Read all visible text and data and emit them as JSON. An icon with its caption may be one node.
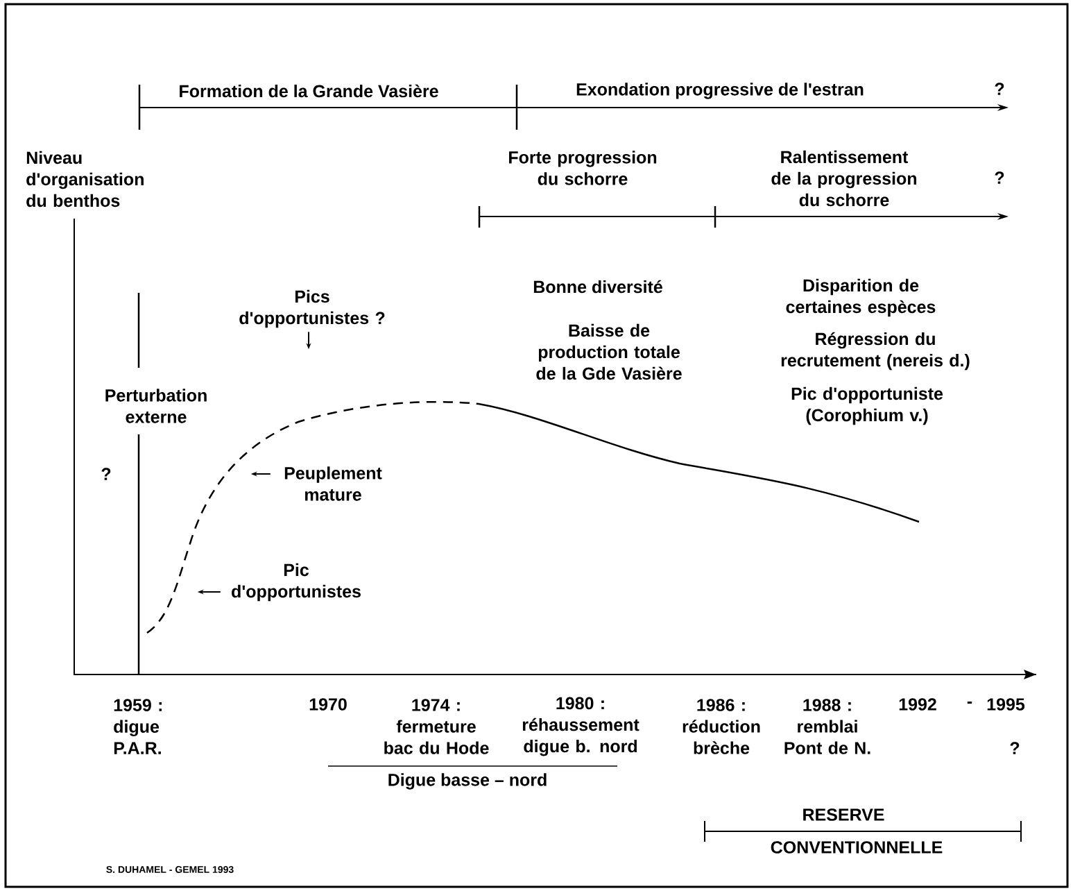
{
  "diagram": {
    "nodes": [
      {
        "text": [
          "Pics d'opportunistes ?"
        ]
      },
      {
        "text": [
          "Peuplement mature"
        ]
      },
      {
        "text": [
          "Pic d'opportunistes"
        ]
      }
    ],
    "edges": [
      {
        "from": 0,
        "to": null,
        "arrow": "to"
      },
      {
        "from": 1,
        "to": null,
        "arrow": "to"
      },
      {
        "from": 2,
        "to": null,
        "arrow": "to"
      }
    ],
    "labels": [
      "Formation de la Grande Vasière",
      "Exondation progressive de l'estran",
      "?",
      "Niveau d'organisation du benthos",
      "Forte progression du schorre",
      "Ralentissement de la progression du schorre",
      "?",
      "Bonne diversité",
      "Baisse de production totale de la Gde Vasière",
      "Disparition de certaines espèces",
      "Régression du recrutement (nereis d.)",
      "Perturbation externe",
      "Pic d'opportuniste (Corophium v.)",
      "?",
      "1959 : digue P.A.R.",
      "1970",
      "1974 : fermeture bac du Hode",
      "1980 : réhaussement digue b. nord",
      "1986 : réduction brèche",
      "1988 : remblai Pont de N.",
      "1992",
      "-",
      "1995",
      "?",
      "Digue basse – nord",
      "RESERVE",
      "CONVENTIONNELLE",
      "S. DUHAMEL - GEMEL 1993"
    ]
  }
}
